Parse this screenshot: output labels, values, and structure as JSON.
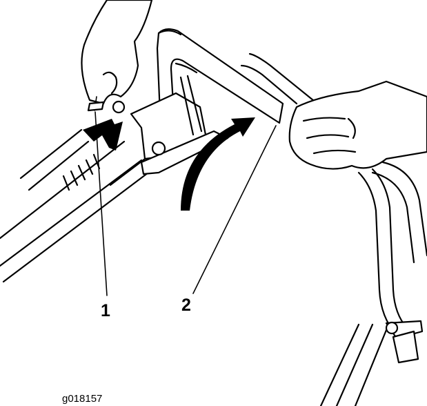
{
  "callouts": [
    {
      "number": "1"
    },
    {
      "number": "2"
    }
  ],
  "figure_id": "g018157"
}
